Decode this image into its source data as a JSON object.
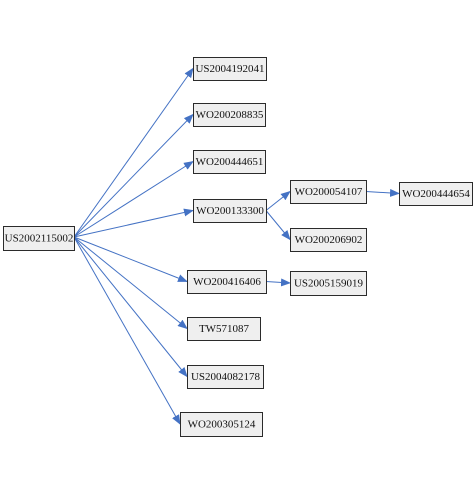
{
  "diagram": {
    "type": "citation-tree",
    "edge_color": "#4472c4",
    "node_fill": "#efefef",
    "node_border": "#2b2b2b",
    "nodes": [
      {
        "id": "root",
        "label": "US2002115002"
      },
      {
        "id": "n1",
        "label": "US2004192041"
      },
      {
        "id": "n2",
        "label": "WO200208835"
      },
      {
        "id": "n3",
        "label": "WO200444651"
      },
      {
        "id": "n4",
        "label": "WO200133300"
      },
      {
        "id": "n5",
        "label": "WO200054107"
      },
      {
        "id": "n6",
        "label": "WO200444654"
      },
      {
        "id": "n7",
        "label": "WO200206902"
      },
      {
        "id": "n8",
        "label": "WO200416406"
      },
      {
        "id": "n9",
        "label": "US2005159019"
      },
      {
        "id": "n10",
        "label": "TW571087"
      },
      {
        "id": "n11",
        "label": "US2004082178"
      },
      {
        "id": "n12",
        "label": "WO200305124"
      }
    ],
    "edges": [
      {
        "from": "root",
        "to": "n1"
      },
      {
        "from": "root",
        "to": "n2"
      },
      {
        "from": "root",
        "to": "n3"
      },
      {
        "from": "root",
        "to": "n4"
      },
      {
        "from": "root",
        "to": "n8"
      },
      {
        "from": "root",
        "to": "n10"
      },
      {
        "from": "root",
        "to": "n11"
      },
      {
        "from": "root",
        "to": "n12"
      },
      {
        "from": "n4",
        "to": "n5"
      },
      {
        "from": "n4",
        "to": "n7"
      },
      {
        "from": "n5",
        "to": "n6"
      },
      {
        "from": "n8",
        "to": "n9"
      }
    ]
  }
}
